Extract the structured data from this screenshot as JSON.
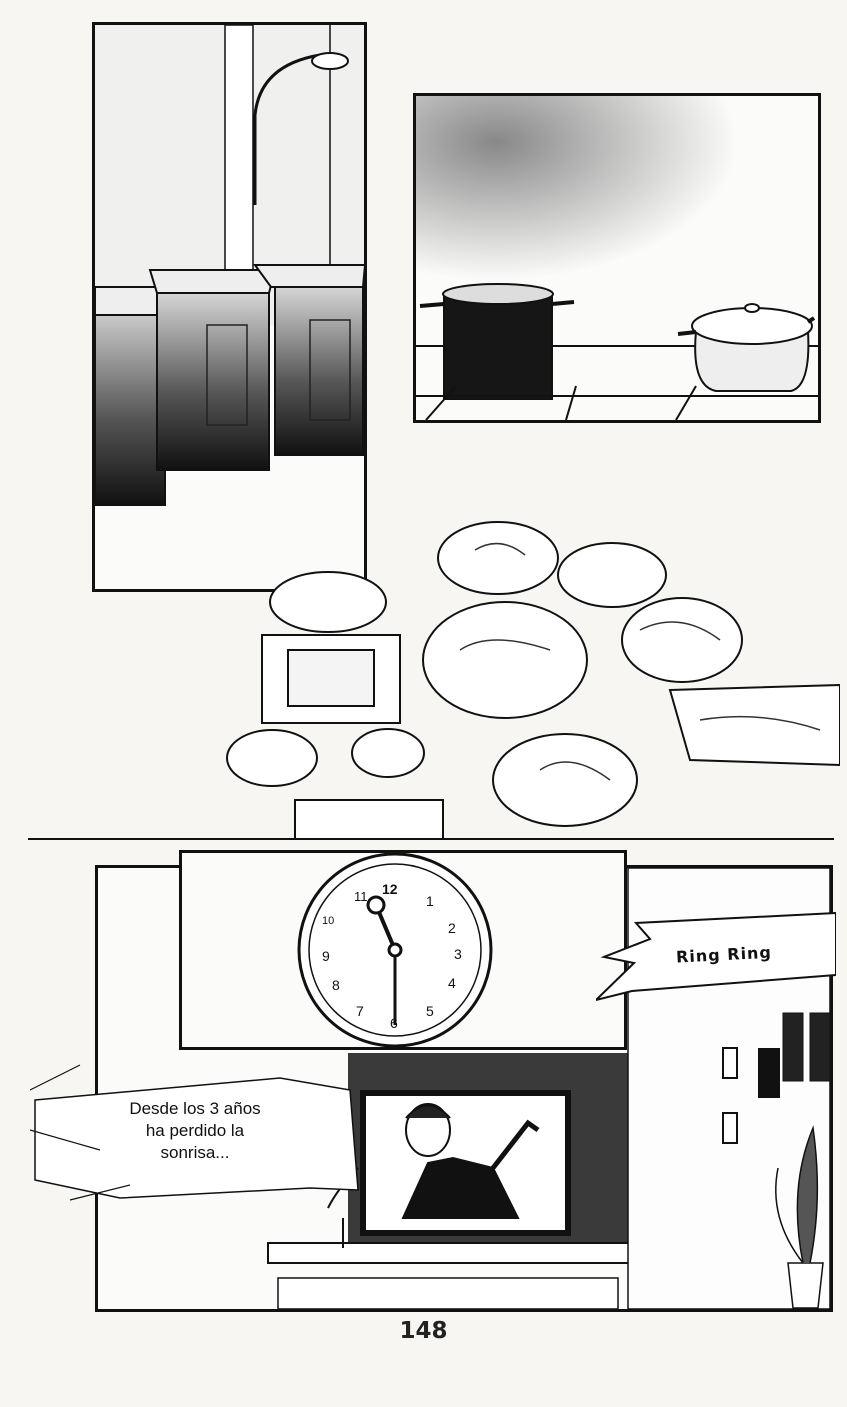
{
  "page": {
    "number": "148"
  },
  "panels": {
    "panel1": {
      "subject": "kitchen-bins-and-lamp"
    },
    "panel2": {
      "subject": "pots-on-stove"
    },
    "panel3": {
      "subject": "dishes-on-table"
    },
    "panel4": {
      "subject": "wall-clock"
    },
    "panel5": {
      "subject": "living-room-tv"
    }
  },
  "sfx": {
    "phone": "Ring Ring"
  },
  "speech_bubble": {
    "lines": [
      "Desde los 3 años",
      "ha perdido la",
      "sonrisa..."
    ]
  },
  "clock": {
    "numbers": [
      "12",
      "1",
      "2",
      "3",
      "4",
      "5",
      "6",
      "7",
      "8",
      "9",
      "10",
      "11"
    ]
  },
  "colors": {
    "ink": "#111111",
    "paper": "#fbfbfa",
    "screentone": "#6a6a6a"
  }
}
